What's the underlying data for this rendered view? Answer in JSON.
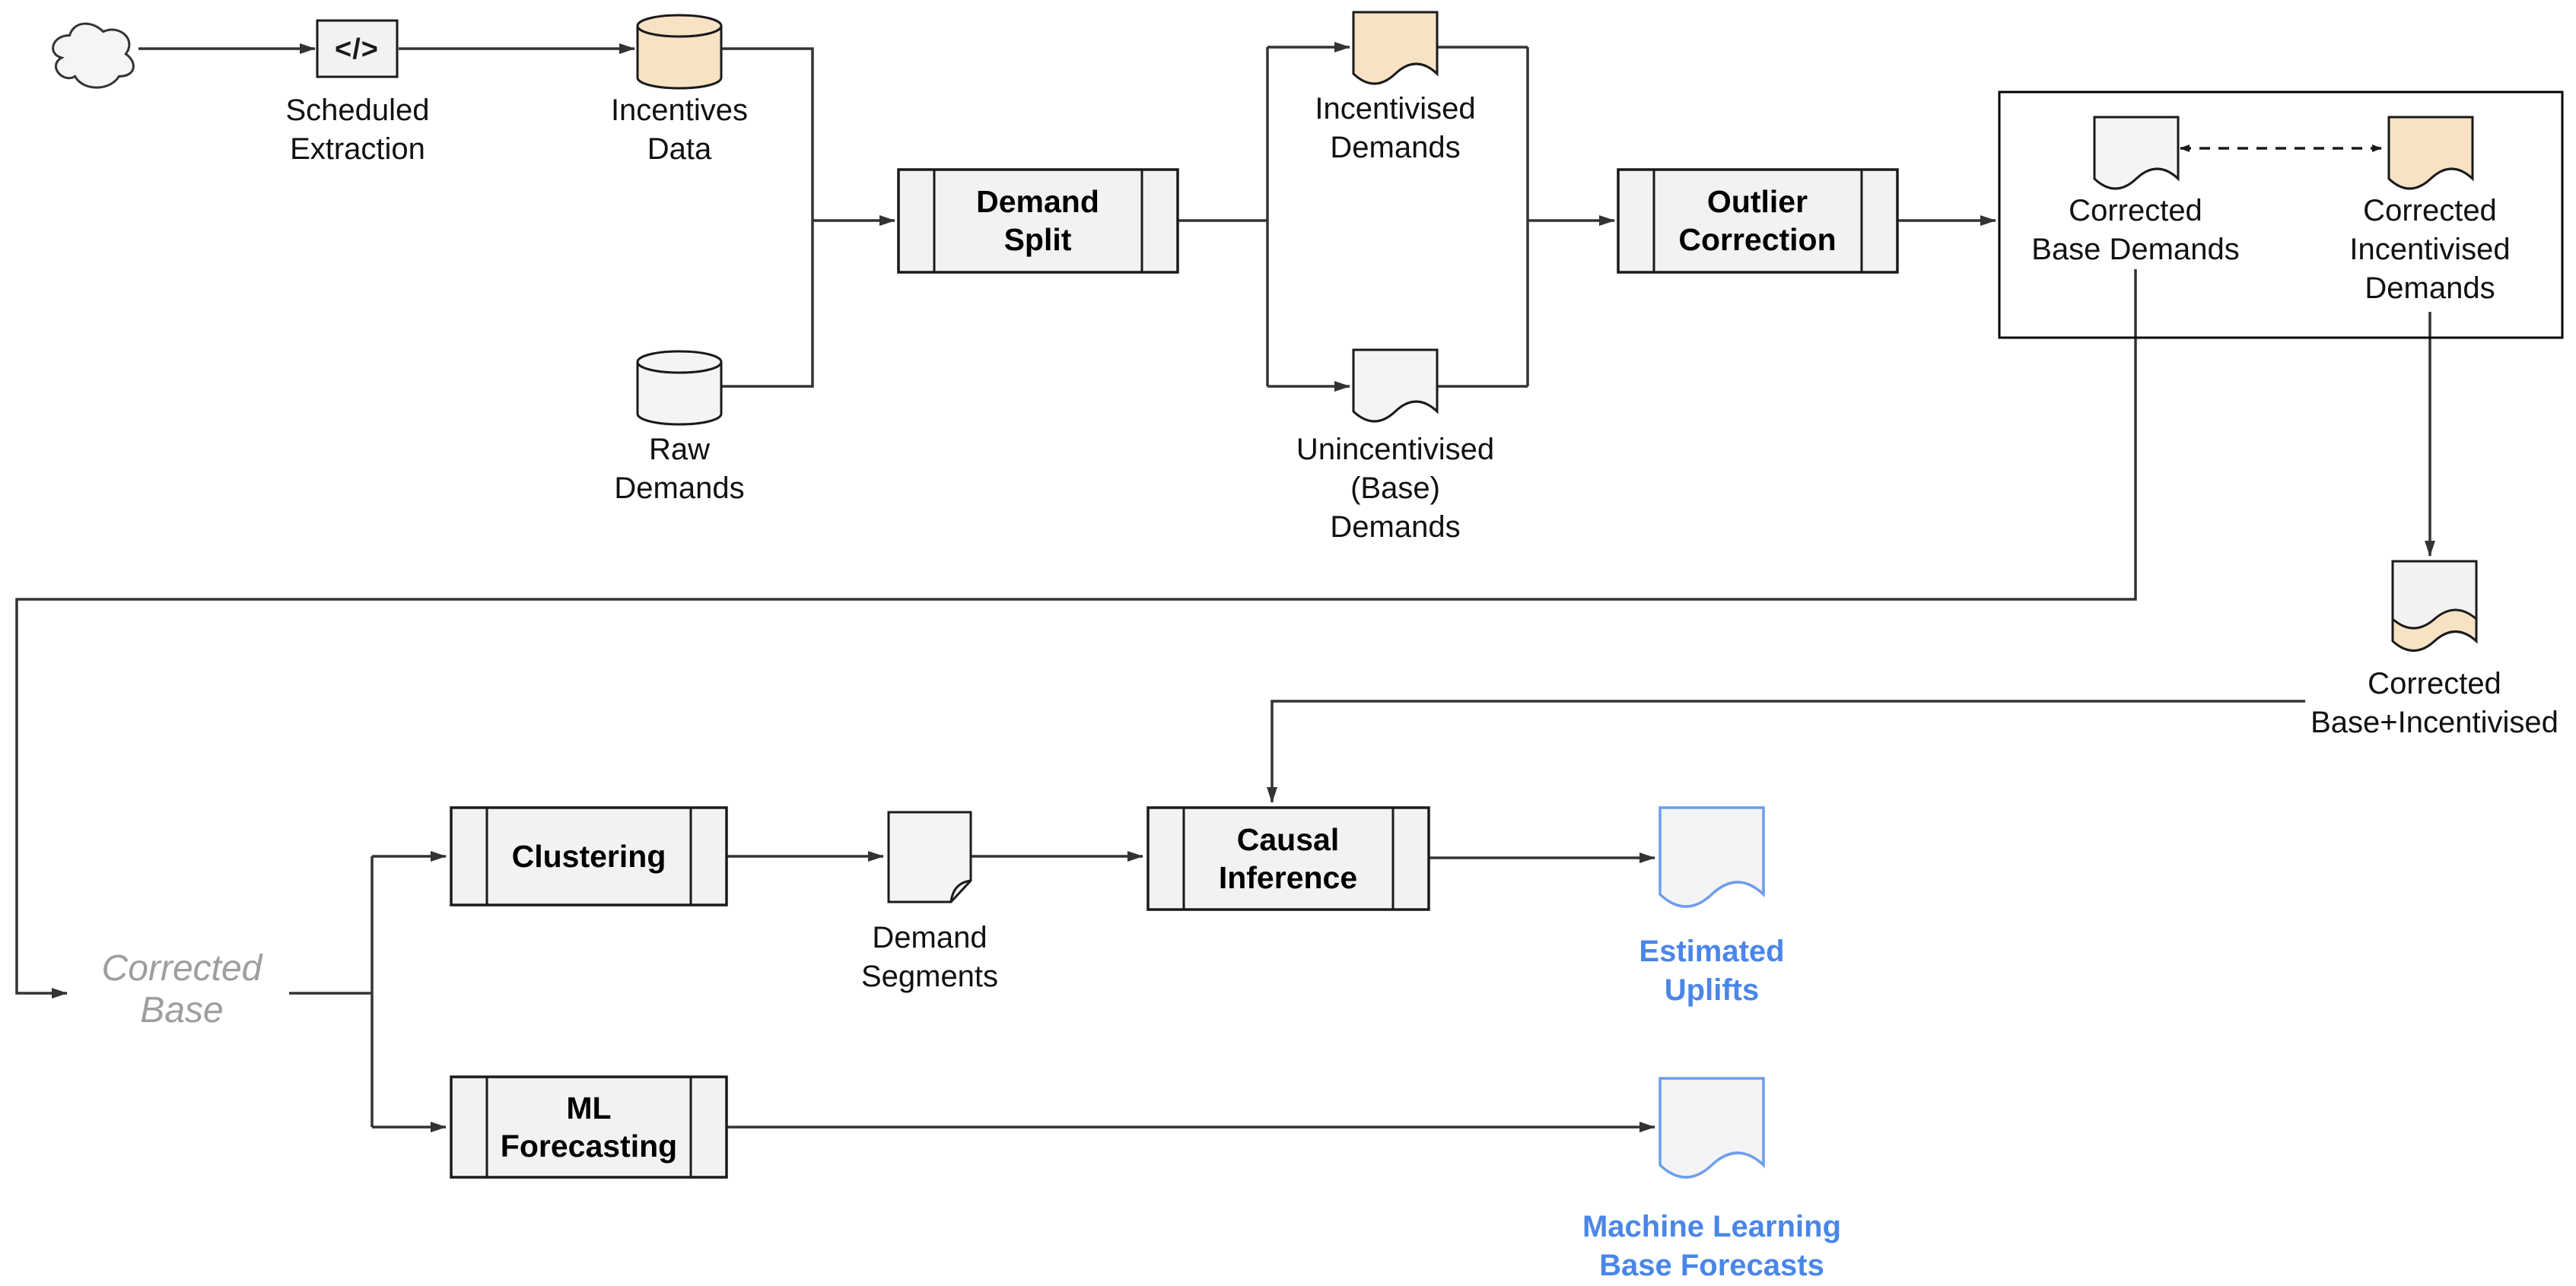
{
  "diagram": {
    "type": "flowchart",
    "colors": {
      "process_fill": "#F2F2F2",
      "document_gray_fill": "#F4F4F4",
      "document_tan_fill": "#F7E2C4",
      "stroke": "#1A1A1A",
      "connector": "#333333",
      "output_doc_stroke": "#6D9EEB",
      "output_label_text": "#4A86E8",
      "ghost_label_text": "#9E9E9E"
    },
    "nodes": {
      "cloud": {
        "label": ""
      },
      "scheduled_extraction": {
        "glyph": "</>",
        "label": "Scheduled\nExtraction"
      },
      "incentives_data": {
        "label": "Incentives\nData"
      },
      "raw_demands": {
        "label": "Raw\nDemands"
      },
      "demand_split": {
        "label": "Demand\nSplit"
      },
      "incentivised_demands": {
        "label": "Incentivised\nDemands"
      },
      "unincentivised_demands": {
        "label": "Unincentivised\n(Base)\nDemands"
      },
      "outlier_correction": {
        "label": "Outlier\nCorrection"
      },
      "corrected_base_demands": {
        "label": "Corrected\nBase Demands"
      },
      "corrected_incentivised_demands": {
        "label": "Corrected\nIncentivised\nDemands"
      },
      "corrected_base_incentivised": {
        "label": "Corrected\nBase+Incentivised"
      },
      "corrected_base": {
        "label": "Corrected\nBase"
      },
      "clustering": {
        "label": "Clustering"
      },
      "demand_segments": {
        "label": "Demand\nSegments"
      },
      "causal_inference": {
        "label": "Causal\nInference"
      },
      "estimated_uplifts": {
        "label": "Estimated\nUplifts"
      },
      "ml_forecasting": {
        "label": "ML\nForecasting"
      },
      "machine_learning_base_forecasts": {
        "label": "Machine Learning\nBase Forecasts"
      }
    },
    "connections": [
      {
        "from": "cloud",
        "to": "scheduled-extraction",
        "style": "arrow"
      },
      {
        "from": "scheduled-extraction",
        "to": "incentives-data",
        "style": "arrow"
      },
      {
        "from": "incentives-data",
        "to": "demand-split",
        "style": "arrow"
      },
      {
        "from": "raw-demands",
        "to": "demand-split",
        "style": "arrow"
      },
      {
        "from": "demand-split",
        "to": "incentivised-demands",
        "style": "arrow"
      },
      {
        "from": "demand-split",
        "to": "unincentivised-base-demands",
        "style": "arrow"
      },
      {
        "from": "incentivised-demands",
        "to": "outlier-correction",
        "style": "arrow"
      },
      {
        "from": "unincentivised-base-demands",
        "to": "outlier-correction",
        "style": "arrow"
      },
      {
        "from": "outlier-correction",
        "to": "corrected-demands-group",
        "style": "arrow"
      },
      {
        "from": "corrected-base-demands",
        "to": "corrected-incentivised-demands",
        "style": "dashed-double-arrow"
      },
      {
        "from": "corrected-base-demands",
        "to": "corrected-base",
        "style": "arrow"
      },
      {
        "from": "corrected-incentivised-demands",
        "to": "corrected-base-incentivised",
        "style": "arrow"
      },
      {
        "from": "corrected-base-incentivised",
        "to": "causal-inference",
        "style": "arrow"
      },
      {
        "from": "corrected-base",
        "to": "clustering",
        "style": "arrow"
      },
      {
        "from": "corrected-base",
        "to": "ml-forecasting",
        "style": "arrow"
      },
      {
        "from": "clustering",
        "to": "demand-segments",
        "style": "arrow"
      },
      {
        "from": "demand-segments",
        "to": "causal-inference",
        "style": "arrow"
      },
      {
        "from": "causal-inference",
        "to": "estimated-uplifts",
        "style": "arrow"
      },
      {
        "from": "ml-forecasting",
        "to": "machine-learning-base-forecasts",
        "style": "arrow"
      }
    ]
  }
}
